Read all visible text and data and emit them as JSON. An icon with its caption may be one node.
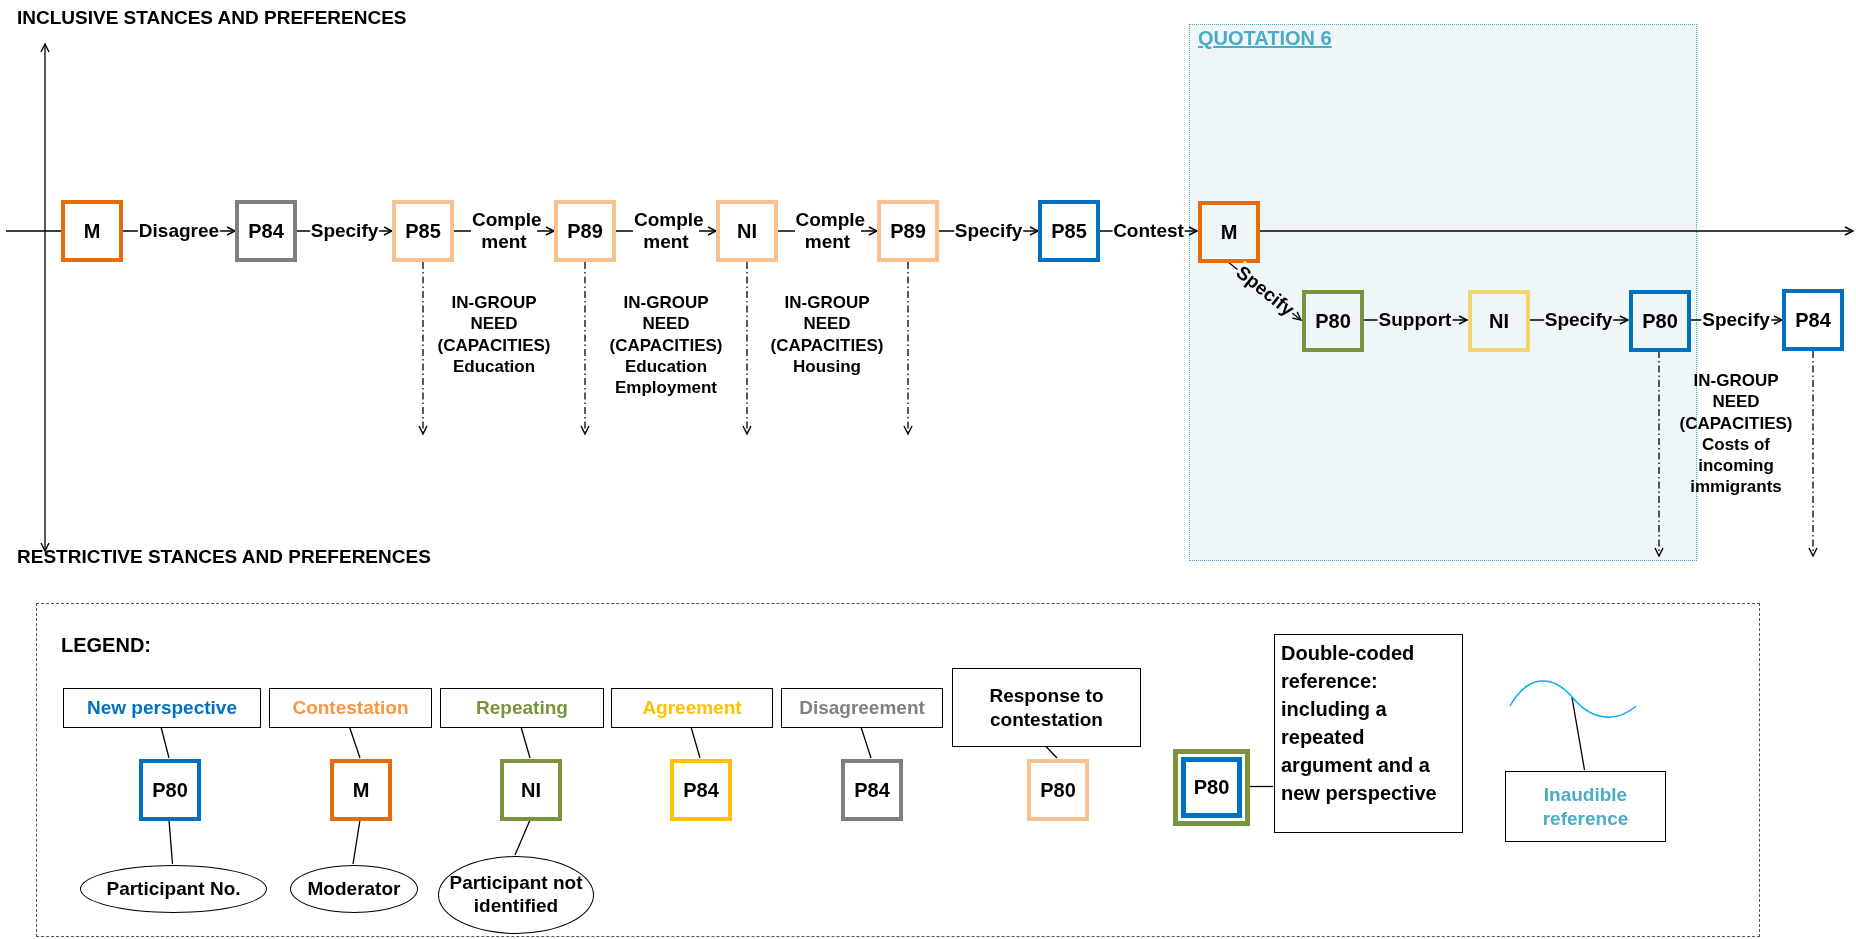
{
  "diagram": {
    "nodes": [
      {
        "text": [
          "M"
        ]
      },
      {
        "text": [
          "P84"
        ]
      },
      {
        "text": [
          "P85"
        ]
      },
      {
        "text": [
          "P89"
        ]
      },
      {
        "text": [
          "NI"
        ]
      },
      {
        "text": [
          "P89"
        ]
      },
      {
        "text": [
          "P85"
        ]
      },
      {
        "text": [
          "QUOTATION 6"
        ]
      },
      {
        "text": [
          "M"
        ],
        "in": 7
      },
      {
        "text": [
          "P80"
        ],
        "in": 7
      },
      {
        "text": [
          "NI"
        ],
        "in": 7
      },
      {
        "text": [
          "P80"
        ],
        "in": 7
      },
      {
        "text": [
          "P84"
        ]
      },
      {
        "text": [
          "LEGEND:"
        ]
      },
      {
        "text": [
          "New perspective"
        ],
        "in": 13
      },
      {
        "text": [
          "P80"
        ],
        "in": 13
      },
      {
        "text": [
          "Participant No."
        ],
        "in": 13
      },
      {
        "text": [
          "Contestation"
        ],
        "in": 13
      },
      {
        "text": [
          "M"
        ],
        "in": 13
      },
      {
        "text": [
          "Moderator"
        ],
        "in": 13
      },
      {
        "text": [
          "Repeating"
        ],
        "in": 13
      },
      {
        "text": [
          "NI"
        ],
        "in": 13
      },
      {
        "text": [
          "Participant not identified"
        ],
        "in": 13
      },
      {
        "text": [
          "Agreement"
        ],
        "in": 13
      },
      {
        "text": [
          "P84"
        ],
        "in": 13
      },
      {
        "text": [
          "Disagreement"
        ],
        "in": 13
      },
      {
        "text": [
          "P84"
        ],
        "in": 13
      },
      {
        "text": [
          "Response to contestation"
        ],
        "in": 13
      },
      {
        "text": [
          "P80"
        ],
        "in": 13
      },
      {
        "text": [
          "P80"
        ],
        "in": 13
      },
      {
        "text": [
          "Double-coded reference: including a repeated argument and a new perspective"
        ],
        "in": 13
      },
      {
        "text": [],
        "shape": "curve",
        "in": 13
      },
      {
        "text": [
          "Inaudible reference"
        ],
        "in": 13
      }
    ],
    "edges": [
      {
        "from": null,
        "to": 0,
        "arrow": "none"
      },
      {
        "from": 0,
        "to": 1,
        "arrow": "to",
        "label": "Disagree"
      },
      {
        "from": 1,
        "to": 2,
        "arrow": "to",
        "label": "Specify"
      },
      {
        "from": 2,
        "to": 3,
        "arrow": "to",
        "label": "Comple ment"
      },
      {
        "from": 3,
        "to": 4,
        "arrow": "to",
        "label": "Comple ment"
      },
      {
        "from": 4,
        "to": 5,
        "arrow": "to",
        "label": "Comple ment"
      },
      {
        "from": 5,
        "to": 6,
        "arrow": "to",
        "label": "Specify"
      },
      {
        "from": 6,
        "to": 8,
        "arrow": "to",
        "label": "Contest"
      },
      {
        "from": 8,
        "to": null,
        "arrow": "to"
      },
      {
        "from": 8,
        "to": 9,
        "arrow": "to",
        "label": "Specify"
      },
      {
        "from": 9,
        "to": 10,
        "arrow": "to",
        "label": "Support"
      },
      {
        "from": 10,
        "to": 11,
        "arrow": "to",
        "label": "Specify"
      },
      {
        "from": 11,
        "to": 12,
        "arrow": "to",
        "label": "Specify"
      },
      {
        "from": 2,
        "to": null,
        "arrow": "to",
        "style": "dashed"
      },
      {
        "from": 3,
        "to": null,
        "arrow": "to",
        "style": "dashed"
      },
      {
        "from": 4,
        "to": null,
        "arrow": "to",
        "style": "dashed"
      },
      {
        "from": 5,
        "to": null,
        "arrow": "to",
        "style": "dashed"
      },
      {
        "from": 11,
        "to": null,
        "arrow": "to",
        "style": "dashed"
      },
      {
        "from": 12,
        "to": null,
        "arrow": "to",
        "style": "dashed"
      },
      {
        "from": 14,
        "to": 15,
        "arrow": "none"
      },
      {
        "from": 15,
        "to": 16,
        "arrow": "none"
      },
      {
        "from": 17,
        "to": 18,
        "arrow": "none"
      },
      {
        "from": 18,
        "to": 19,
        "arrow": "none"
      },
      {
        "from": 20,
        "to": 21,
        "arrow": "none"
      },
      {
        "from": 21,
        "to": 22,
        "arrow": "none"
      },
      {
        "from": 23,
        "to": 24,
        "arrow": "none"
      },
      {
        "from": 25,
        "to": 26,
        "arrow": "none"
      },
      {
        "from": 27,
        "to": 28,
        "arrow": "none"
      },
      {
        "from": 29,
        "to": 30,
        "arrow": "none"
      },
      {
        "from": 31,
        "to": 32,
        "arrow": "none"
      }
    ],
    "labels": [
      "INCLUSIVE STANCES AND PREFERENCES",
      "IN-GROUP NEED (CAPACITIES) Education",
      "IN-GROUP NEED (CAPACITIES) Education Employment",
      "IN-GROUP NEED (CAPACITIES) Housing",
      "IN-GROUP NEED (CAPACITIES) Costs of incoming immigrants",
      "RESTRICTIVE STANCES AND PREFERENCES"
    ]
  }
}
